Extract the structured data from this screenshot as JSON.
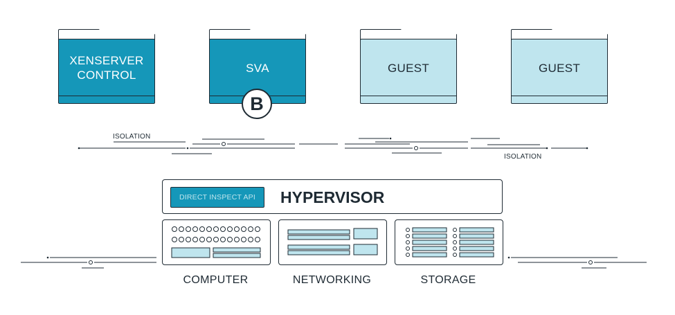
{
  "folders": [
    {
      "label": "XENSERVER\nCONTROL",
      "style": "dark"
    },
    {
      "label": "SVA",
      "style": "dark"
    },
    {
      "label": "GUEST",
      "style": "light"
    },
    {
      "label": "GUEST",
      "style": "light"
    }
  ],
  "badge": {
    "letter": "B"
  },
  "isolation": {
    "left_label": "ISOLATION",
    "right_label": "ISOLATION"
  },
  "hypervisor": {
    "title": "HYPERVISOR",
    "api_label": "DIRECT INSPECT API"
  },
  "modules": [
    {
      "label": "COMPUTER",
      "icon": "computer-panel-icon"
    },
    {
      "label": "NETWORKING",
      "icon": "networking-panel-icon"
    },
    {
      "label": "STORAGE",
      "icon": "storage-panel-icon"
    }
  ],
  "colors": {
    "dark_teal": "#1597b9",
    "light_teal": "#bfe5ee",
    "outline": "#1e2a33"
  }
}
